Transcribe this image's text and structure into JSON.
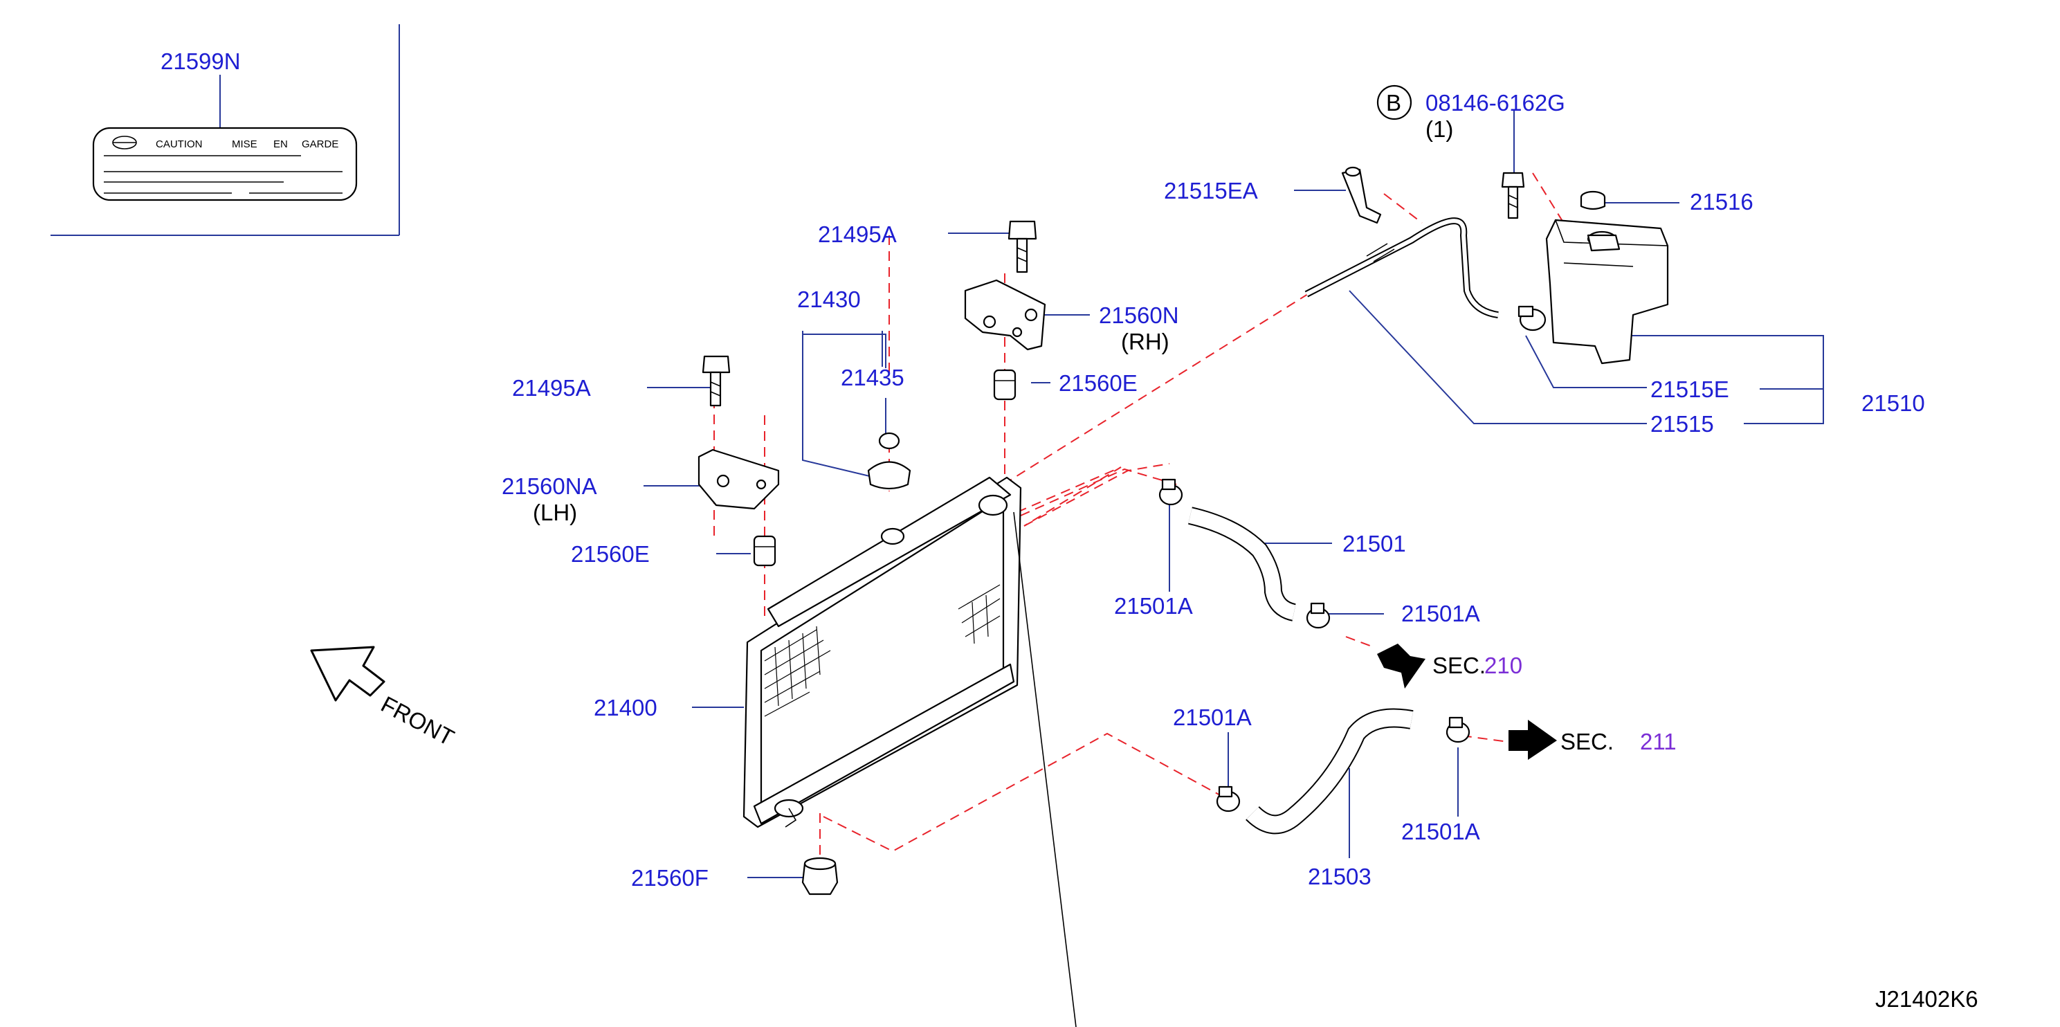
{
  "diagram_code": "J21402K6",
  "front_label": "FRONT",
  "label_part": {
    "number": "21599N",
    "caution_text": "CAUTION",
    "mise_text": "MISE",
    "en_text": "EN",
    "garde_text": "GARDE"
  },
  "parts": {
    "bolt_b_number": "08146-6162G",
    "bolt_b_marker": "B",
    "bolt_b_qty": "(1)",
    "p21516": "21516",
    "p21515EA": "21515EA",
    "p21495A_top": "21495A",
    "p21430": "21430",
    "p21435": "21435",
    "p21560N": "21560N",
    "p21560N_side": "(RH)",
    "p21560E_top": "21560E",
    "p21495A_left": "21495A",
    "p21560NA": "21560NA",
    "p21560NA_side": "(LH)",
    "p21560E_left": "21560E",
    "p21515E": "21515E",
    "p21515": "21515",
    "p21510": "21510",
    "p21501": "21501",
    "p21501A_left": "21501A",
    "p21501A_right": "21501A",
    "p21400": "21400",
    "p21501A_lower_left": "21501A",
    "p21501A_lower_right": "21501A",
    "p21503": "21503",
    "p21560F": "21560F"
  },
  "sections": [
    {
      "label": "SEC.",
      "number": "210"
    },
    {
      "label": "SEC.",
      "number": "211"
    }
  ],
  "icons": {
    "front_arrow": "hollow-arrow-icon",
    "sec_arrow": "solid-arrow-icon"
  },
  "colors": {
    "part_number": "#1e1ed2",
    "section_number": "#7b2ed6",
    "leader_line": "#27389a",
    "dashed_guide": "#e8232b"
  }
}
